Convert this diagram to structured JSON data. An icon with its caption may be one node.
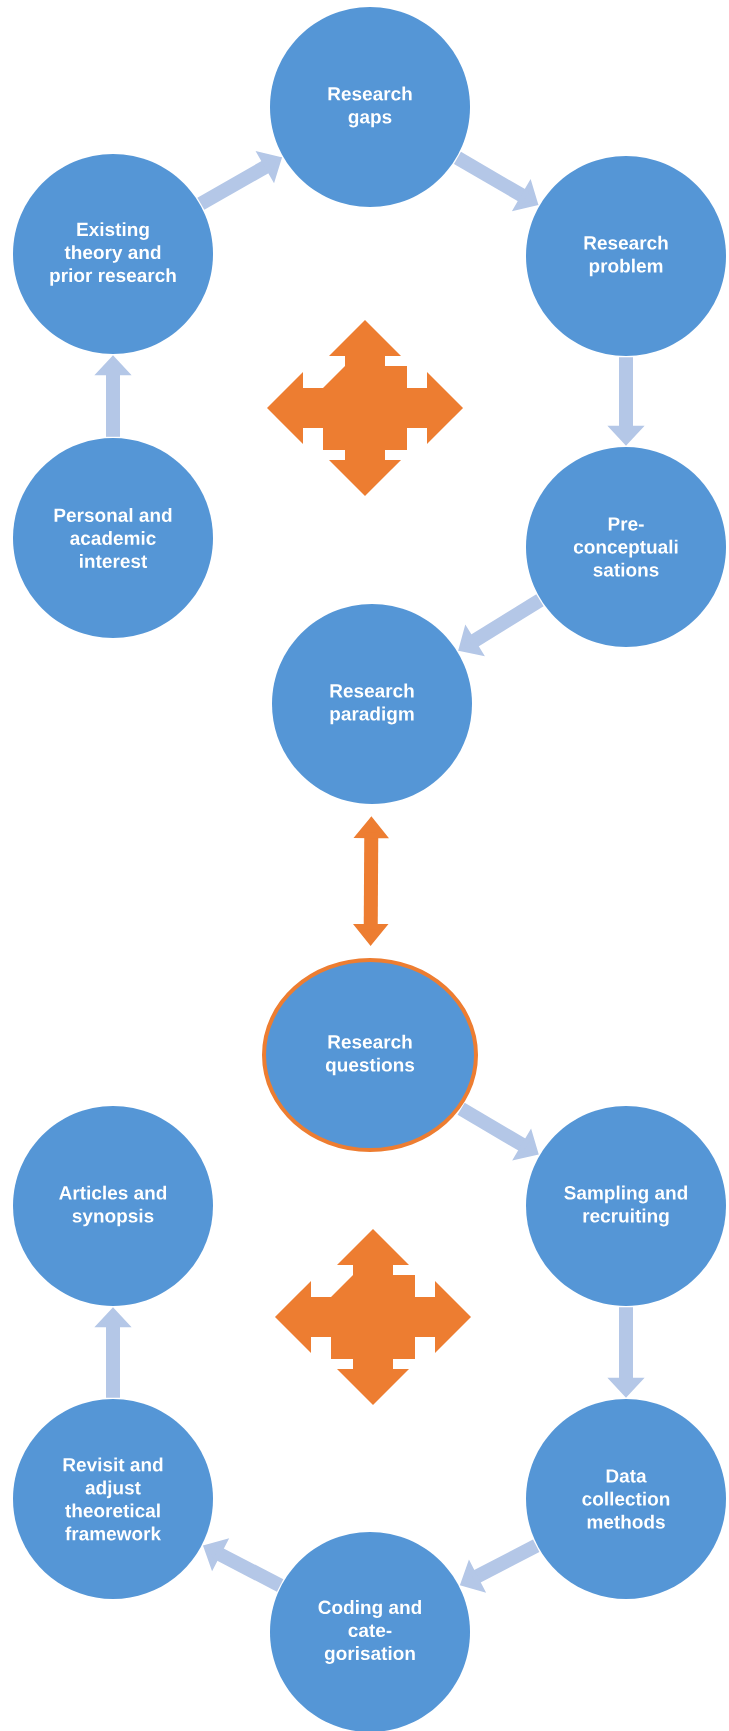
{
  "diagram": {
    "nodes": [
      {
        "text": [
          "Research gaps"
        ]
      },
      {
        "text": [
          "Research problem"
        ]
      },
      {
        "text": [
          "Pre- conceptuali sations"
        ]
      },
      {
        "text": [
          "Research paradigm"
        ]
      },
      {
        "text": [
          "Personal and academic interest"
        ]
      },
      {
        "text": [
          "Existing theory and prior research"
        ]
      },
      {
        "text": [
          "Research questions"
        ]
      },
      {
        "text": [
          "Sampling and recruiting"
        ]
      },
      {
        "text": [
          "Data collection methods"
        ]
      },
      {
        "text": [
          "Coding and cate- gorisation"
        ]
      },
      {
        "text": [
          "Revisit and adjust theoretical framework"
        ]
      },
      {
        "text": [
          "Articles and synopsis"
        ]
      }
    ],
    "edges": [
      {
        "from": 4,
        "to": 5,
        "arrow": "to"
      },
      {
        "from": 5,
        "to": 0,
        "arrow": "to"
      },
      {
        "from": 0,
        "to": 1,
        "arrow": "to"
      },
      {
        "from": 1,
        "to": 2,
        "arrow": "to"
      },
      {
        "from": 2,
        "to": 3,
        "arrow": "to"
      },
      {
        "from": 3,
        "to": 6,
        "arrow": "both",
        "color": "#ed7d31"
      },
      {
        "from": 6,
        "to": 7,
        "arrow": "to"
      },
      {
        "from": 7,
        "to": 8,
        "arrow": "to"
      },
      {
        "from": 8,
        "to": 9,
        "arrow": "to"
      },
      {
        "from": 9,
        "to": 10,
        "arrow": "to"
      },
      {
        "from": 10,
        "to": 11,
        "arrow": "to"
      }
    ]
  }
}
